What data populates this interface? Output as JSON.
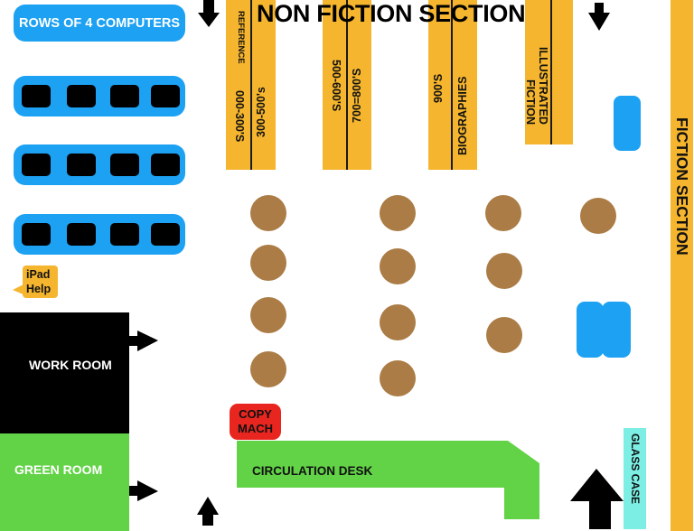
{
  "title": "NON FICTION SECTION",
  "computers": {
    "header_label": "ROWS OF 4 COMPUTERS",
    "row_count": 3,
    "computers_per_row": 4
  },
  "shelves": [
    {
      "left_label": "REFERENCE",
      "left_sub": "000-300'S",
      "right_label": "300-500's"
    },
    {
      "left_label": "500-600'S",
      "right_label": "700=800'S"
    },
    {
      "left_label": "900'S",
      "right_label": "BIOGRAPHIES"
    },
    {
      "left_label": "ILLUSTRATED",
      "left_sub": "FICTION"
    }
  ],
  "fiction_section": "FICTION SECTION",
  "ipad_help": {
    "line1": "iPad",
    "line2": "Help"
  },
  "work_room": "WORK ROOM",
  "green_room": "GREEN ROOM",
  "copy_machine": {
    "line1": "COPY",
    "line2": "MACH"
  },
  "circulation_desk": "CIRCULATION DESK",
  "glass_case": "GLASS CASE",
  "table_count": 12,
  "colors": {
    "shelf": "#f5b52e",
    "computer": "#1da1f2",
    "table": "#ab7c45",
    "green": "#62d247",
    "copy": "#e8261f",
    "glass": "#7ceee4"
  }
}
